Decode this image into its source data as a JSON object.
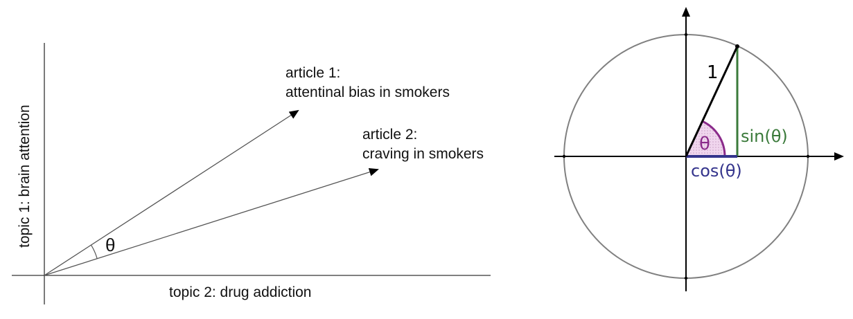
{
  "left_diagram": {
    "x_axis_label": "topic 2: drug addiction",
    "y_axis_label": "topic 1: brain attention",
    "article1": {
      "line1": "article 1:",
      "line2": "attentinal bias in smokers"
    },
    "article2": {
      "line1": "article 2:",
      "line2": "craving in smokers"
    },
    "angle_label": "θ"
  },
  "right_diagram": {
    "radius_label": "1",
    "angle_label": "θ",
    "sin_label": "sin(θ)",
    "cos_label": "cos(θ)",
    "colors": {
      "circle": "#808080",
      "sin": "#3a7a3a",
      "cos": "#34348c",
      "angle": "#8a2a8a"
    }
  }
}
